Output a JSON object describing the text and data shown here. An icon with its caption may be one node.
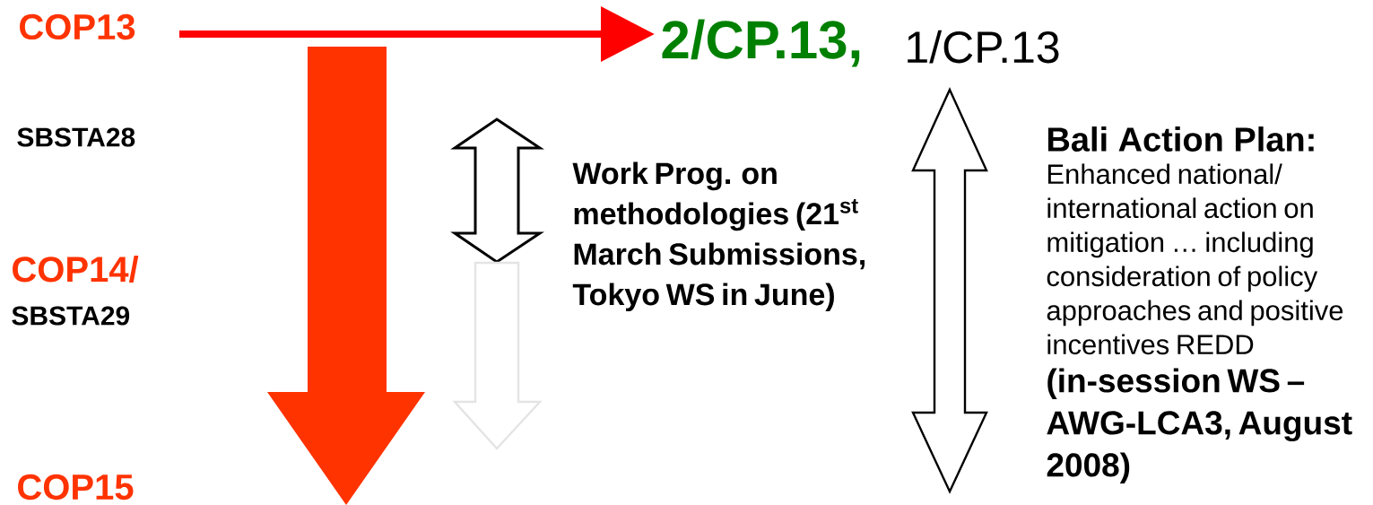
{
  "diagram": {
    "nodes": [
      {
        "text": [
          "COP13"
        ]
      },
      {
        "text": [
          "2/CP.13,",
          "1/CP.13"
        ]
      }
    ],
    "edges": [
      {
        "from": 0,
        "to": 1,
        "arrow": "to",
        "color": "#ff0000"
      }
    ],
    "labels": [
      "SBSTA28",
      "Bali Action Plan:",
      "Work Prog. on methodologies (21$^{st}$ March Submissions, Tokyo WS in June)",
      "Enhanced national/ international action on mitigation … including consideration of policy approaches and positive incentives REDD",
      "COP14/",
      "SBSTA29",
      "(in-session WS – AWG-LCA3, August 2008)",
      "COP15"
    ]
  }
}
